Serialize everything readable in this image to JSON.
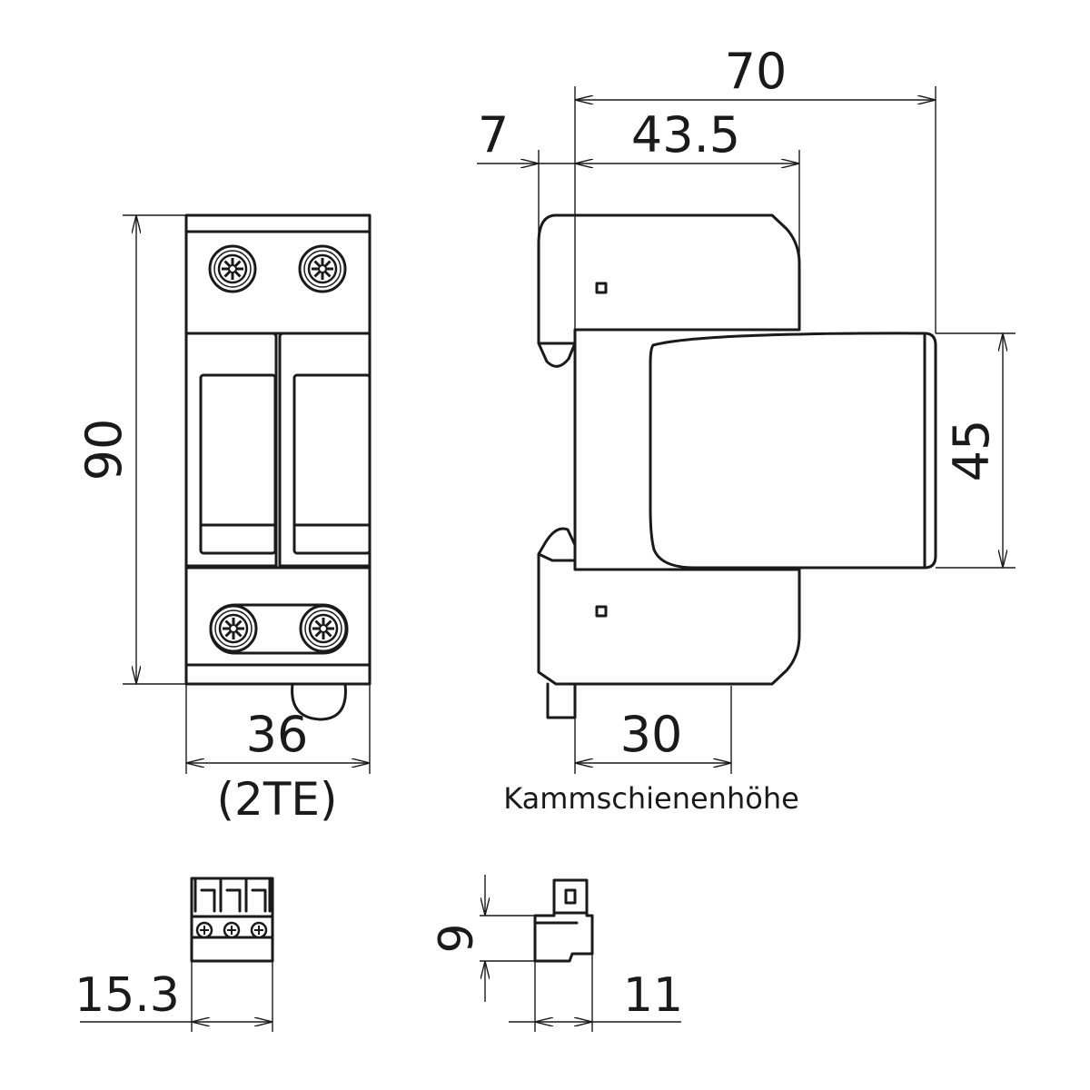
{
  "dimensions": {
    "front_height": "90",
    "front_width": "36",
    "front_width_units": "(2TE)",
    "side_total_depth": "70",
    "side_depth": "43.5",
    "side_rail_offset": "7",
    "side_cap_height": "45",
    "side_busbar_height": "30",
    "side_busbar_label": "Kammschienenhöhe",
    "connector_width": "15.3",
    "connector_height": "9",
    "connector_depth": "11"
  },
  "colors": {
    "stroke": "#1a1a1a",
    "background": "#ffffff"
  }
}
